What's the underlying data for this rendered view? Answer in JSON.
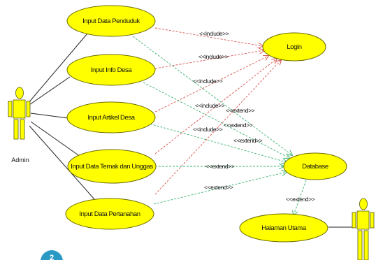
{
  "actors": [
    {
      "label": "Admin"
    },
    {
      "label": ""
    }
  ],
  "use_cases": [
    {
      "label": "Input Data Penduduk"
    },
    {
      "label": "Input Info Desa"
    },
    {
      "label": "Input Artikel Desa"
    },
    {
      "label": "Input Data Ternak dan Unggas"
    },
    {
      "label": "Input Data Pertanahan"
    },
    {
      "label": "Login"
    },
    {
      "label": "Database"
    },
    {
      "label": "Halaman Utama"
    }
  ],
  "relations": {
    "include": "<<include>>",
    "extend": "<<extend>>"
  },
  "badge": "2",
  "colors": {
    "use_case_fill": "#ffff00",
    "use_case_stroke": "#6b6b00",
    "actor_fill": "#ffff00",
    "include_line": "#d9534f",
    "extend_line": "#3cb371",
    "association_line": "#222222",
    "badge": "#2a9ac4"
  }
}
